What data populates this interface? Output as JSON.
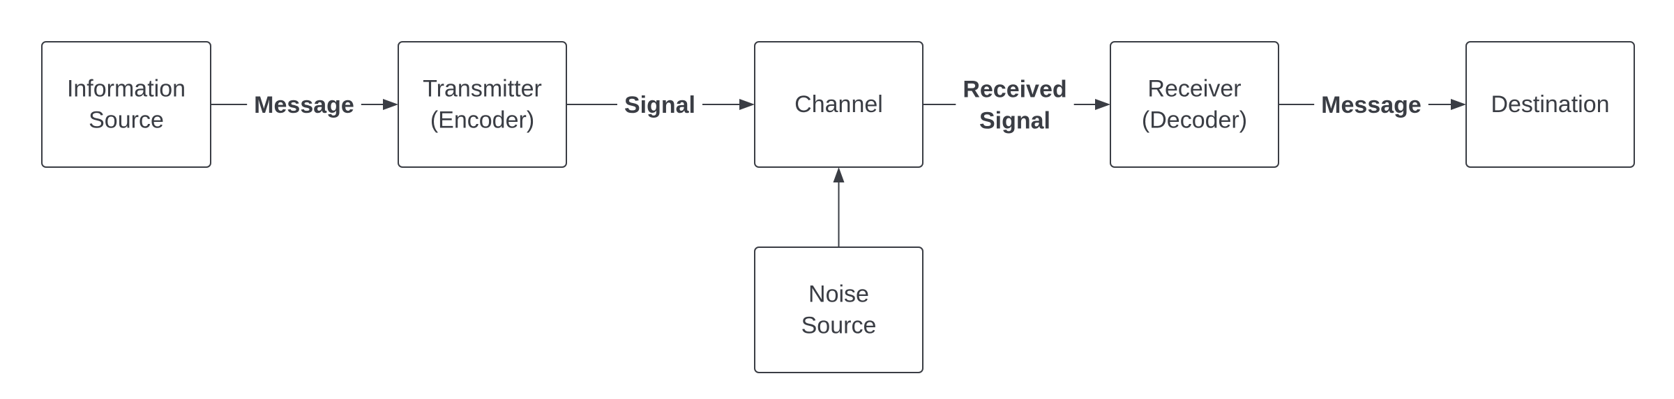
{
  "colors": {
    "stroke": "#3a3d44",
    "text": "#3a3d44",
    "node_fill": "#ffffff",
    "background": "#ffffff"
  },
  "nodes": [
    {
      "id": "information-source",
      "lines": [
        "Information",
        "Source"
      ]
    },
    {
      "id": "transmitter",
      "lines": [
        "Transmitter",
        "(Encoder)"
      ]
    },
    {
      "id": "channel",
      "lines": [
        "Channel"
      ]
    },
    {
      "id": "receiver",
      "lines": [
        "Receiver",
        "(Decoder)"
      ]
    },
    {
      "id": "destination",
      "lines": [
        "Destination"
      ]
    },
    {
      "id": "noise-source",
      "lines": [
        "Noise",
        "Source"
      ]
    }
  ],
  "edges": [
    {
      "from": "information-source",
      "to": "transmitter",
      "label_lines": [
        "Message"
      ]
    },
    {
      "from": "transmitter",
      "to": "channel",
      "label_lines": [
        "Signal"
      ]
    },
    {
      "from": "channel",
      "to": "receiver",
      "label_lines": [
        "Received",
        "Signal"
      ]
    },
    {
      "from": "receiver",
      "to": "destination",
      "label_lines": [
        "Message"
      ]
    },
    {
      "from": "noise-source",
      "to": "channel",
      "label_lines": []
    }
  ]
}
